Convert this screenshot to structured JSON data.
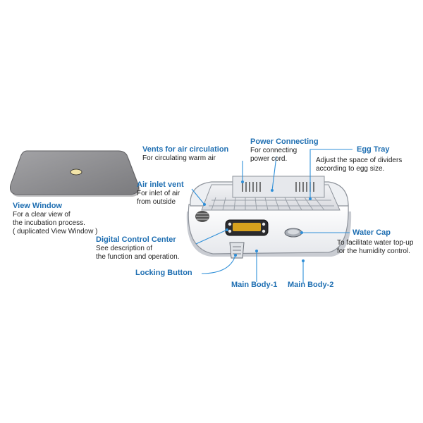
{
  "colors": {
    "title_blue": "#1f6fb2",
    "leader_blue": "#2f8fd8",
    "body_white": "#f7f8fa",
    "window_grey": "#8c8c8e",
    "display_amber": "#d6a11e"
  },
  "view_window": {
    "title": "View Window",
    "desc": [
      "For a clear view of",
      "the incubation process.",
      "( duplicated  View Window )"
    ]
  },
  "vents": {
    "title": "Vents for air circulation",
    "desc": "For circulating warm air"
  },
  "power": {
    "title": "Power Connecting",
    "desc": [
      "For connecting",
      "power cord."
    ]
  },
  "egg_tray": {
    "title": "Egg Tray",
    "desc": [
      "Adjust the space of dividers",
      "according to egg size."
    ]
  },
  "air_inlet": {
    "title": "Air inlet vent",
    "desc": [
      "For inlet of air",
      "from outside"
    ]
  },
  "control": {
    "title": "Digital Control Center",
    "desc": [
      "See description of",
      "the function and operation."
    ]
  },
  "water_cap": {
    "title": "Water Cap",
    "desc": [
      "To facilitate water top-up",
      "for the humidity control."
    ]
  },
  "locking": {
    "title": "Locking Button"
  },
  "body1": {
    "title": "Main Body-1"
  },
  "body2": {
    "title": "Main Body-2"
  }
}
